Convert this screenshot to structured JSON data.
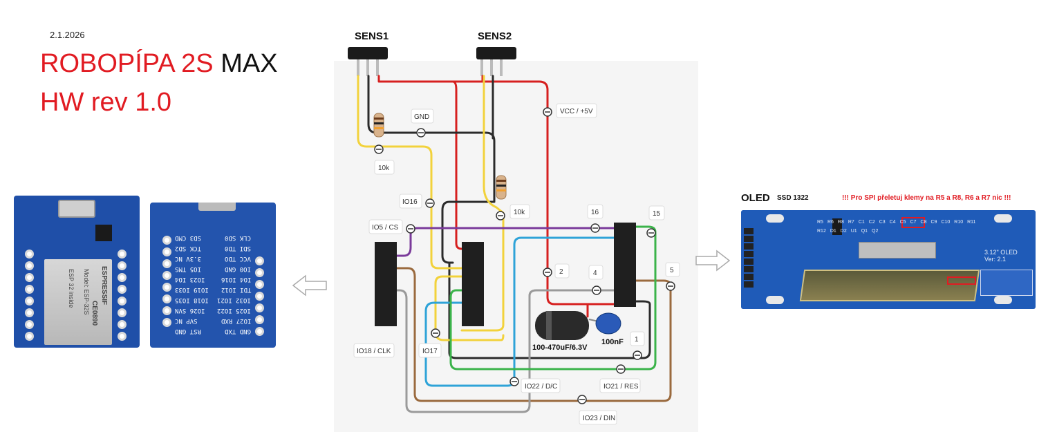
{
  "header": {
    "date": "2.1.2026",
    "title_red": "ROBOPÍPA 2S",
    "title_black": "MAX",
    "subtitle": "HW rev 1.0"
  },
  "sensors": {
    "sens1": "SENS1",
    "sens2": "SENS2"
  },
  "wire_labels": {
    "gnd": "GND",
    "vcc": "VCC / +5V",
    "r1": "10k",
    "r2": "10k",
    "io16": "IO16",
    "io5": "IO5 / CS",
    "io18": "IO18 / CLK",
    "io17": "IO17",
    "io22": "IO22 / D/C",
    "io21": "IO21 / RES",
    "io23": "IO23 / DIN",
    "p16": "16",
    "p15": "15",
    "p2": "2",
    "p4": "4",
    "p5": "5",
    "p1": "1",
    "cap_big": "100-470uF/6.3V",
    "cap_small": "100nF"
  },
  "esp_front": {
    "labels": [
      "ESPRESSIF",
      "ESP-32S",
      "Model:",
      "inside",
      "CE0890",
      "ESP 32"
    ]
  },
  "esp_back": {
    "rows": [
      [
        "SD3 CMD",
        "CLK SD0"
      ],
      [
        "TCK SD2",
        "SDI TD0"
      ],
      [
        "3.3V NC",
        "VCC TDO"
      ],
      [
        "IO5 TMS",
        "IO0 GND"
      ],
      [
        "IO23 IO4",
        "IO4 IO16"
      ],
      [
        "IO19 IO33",
        "TDI IO12"
      ],
      [
        "IO18 IO35",
        "IO32 IO21"
      ],
      [
        "IO26 SVN",
        "IO25 IO22"
      ],
      [
        "SVP NC",
        "IO27 RXD"
      ],
      [
        "RST GND",
        "GND TXD"
      ]
    ]
  },
  "oled": {
    "title": "OLED",
    "chip": "SSD 1322",
    "warning": "!!! Pro SPI přeletuj klemy na R5 a R8, R6 a R7 nic !!!",
    "silk": [
      "3.12\" OLED",
      "Ver: 2.1",
      "R5",
      "R6",
      "R8",
      "R7",
      "C1",
      "C2",
      "C3",
      "C4",
      "C5",
      "C7",
      "C8",
      "C9",
      "C10",
      "R10",
      "R11",
      "R12",
      "D1",
      "D2",
      "U1",
      "Q1",
      "Q2"
    ]
  },
  "colors": {
    "title_red": "#e11b22",
    "wire_yellow": "#f2d23c",
    "wire_black": "#2b2b2b",
    "wire_red": "#d6201f",
    "wire_purple": "#7a3a9a",
    "wire_brown": "#9a6a3e",
    "wire_gray": "#9a9a9a",
    "wire_blue": "#2ea3d8",
    "wire_green": "#3bb34a",
    "board_blue": "#1f4fa8",
    "oled_blue": "#1f5bb8"
  },
  "icons": [
    "arrow-left-icon",
    "arrow-right-icon"
  ]
}
